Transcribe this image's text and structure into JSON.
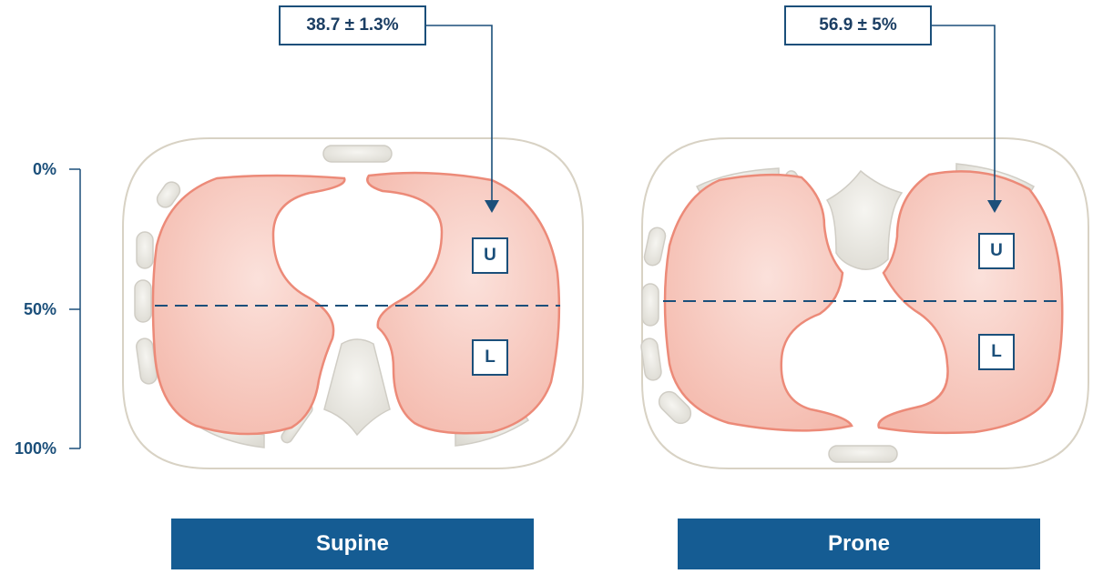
{
  "axis": {
    "tick_top": "0%",
    "tick_mid": "50%",
    "tick_bottom": "100%"
  },
  "panels": [
    {
      "position": "Supine",
      "callout": "38.7 ± 1.3%",
      "zone_upper": "U",
      "zone_lower": "L"
    },
    {
      "position": "Prone",
      "callout": "56.9 ± 5%",
      "zone_upper": "U",
      "zone_lower": "L"
    }
  ],
  "colors": {
    "accent": "#155c93",
    "line": "#1b4f7a",
    "lung_fill": "#f6c7bd",
    "lung_stroke": "#ec8a78",
    "bone": "#e6e4de",
    "outline": "#d8d2c4"
  }
}
